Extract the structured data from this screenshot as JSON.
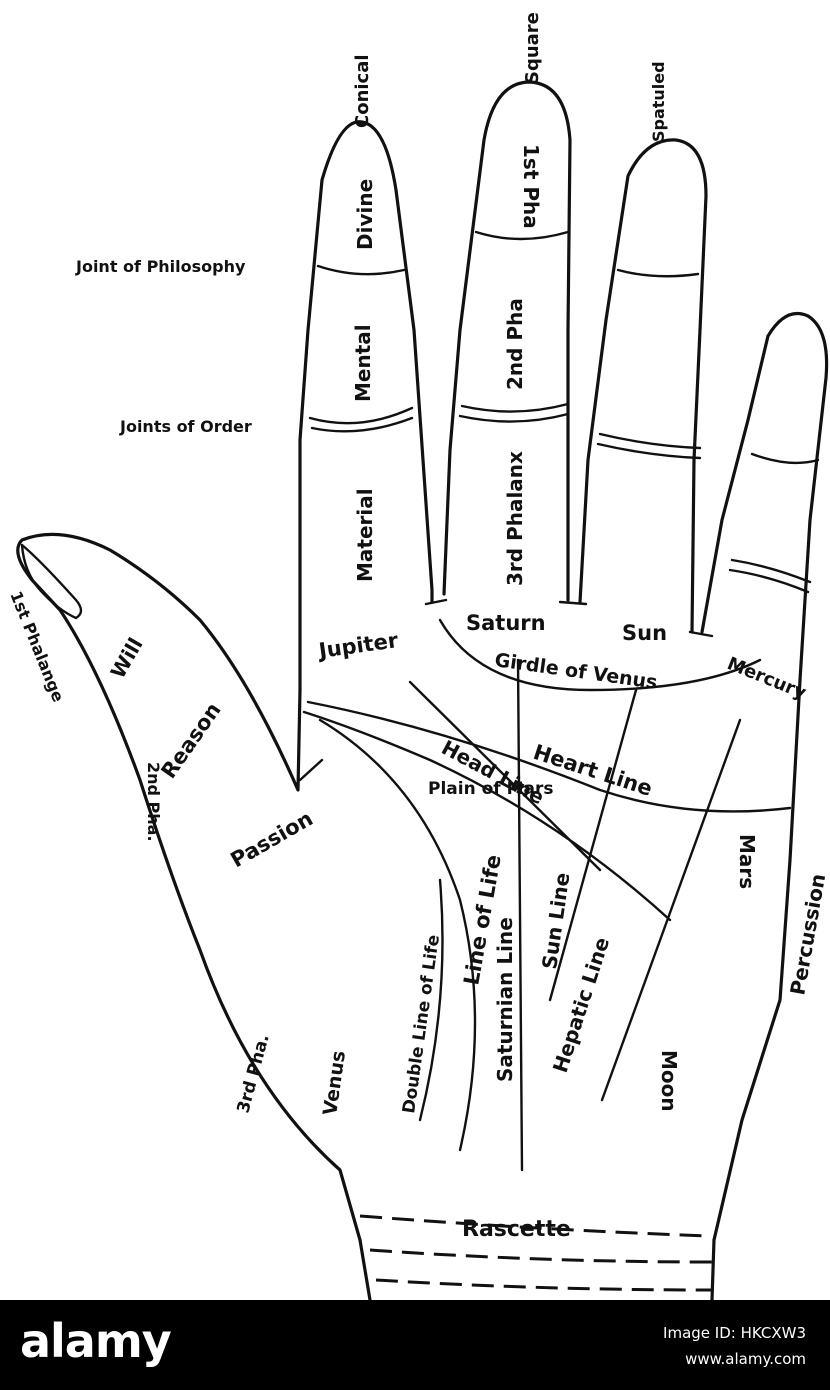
{
  "fingers": {
    "index_tip": "Conical",
    "middle_tip": "Square",
    "ring_tip": "Spatuled"
  },
  "phalanges": {
    "index_first": "Divine",
    "index_second": "Mental",
    "index_third": "Material",
    "middle_first": "1st Pha",
    "middle_second": "2nd Pha",
    "middle_third": "3rd Phalanx"
  },
  "joints": {
    "philosophy": "Joint of Philosophy",
    "order": "Joints of Order"
  },
  "mounts": {
    "jupiter": "Jupiter",
    "saturn": "Saturn",
    "sun": "Sun",
    "mercury": "Mercury",
    "mars": "Mars",
    "moon": "Moon",
    "venus": "Venus",
    "plain_of_mars": "Plain of Mars"
  },
  "thumb": {
    "first": "1st Phalange",
    "will": "Will",
    "second": "2nd Pha.",
    "reason": "Reason",
    "third": "3rd Pha.",
    "passion": "Passion"
  },
  "lines": {
    "girdle": "Girdle of Venus",
    "heart": "Heart Line",
    "head": "Head Line",
    "life": "Line of Life",
    "double_life": "Double Line of Life",
    "saturnian": "Saturnian Line",
    "sun": "Sun Line",
    "hepatic": "Hepatic Line"
  },
  "edges": {
    "percussion": "Percussion",
    "rascette": "Rascette"
  },
  "footer": {
    "logo": "alamy",
    "image_id": "Image ID: HKCXW3",
    "url": "www.alamy.com"
  }
}
